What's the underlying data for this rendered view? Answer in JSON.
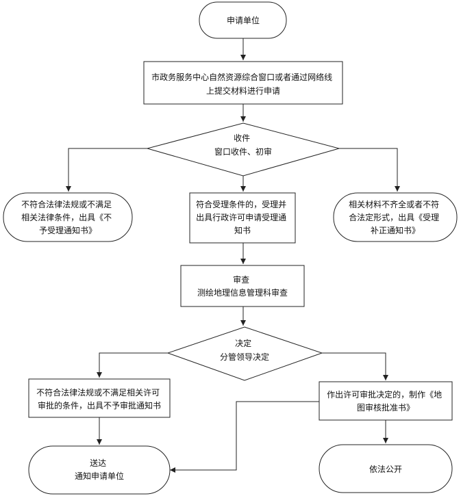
{
  "nodes": {
    "applicant": {
      "lines": [
        "申请单位"
      ]
    },
    "submit": {
      "lines": [
        "市政务服务中心自然资源综合窗口或者通过网络线",
        "上提交材料进行申请"
      ]
    },
    "receive": {
      "lines": [
        "收件",
        "窗口收件、初审"
      ]
    },
    "reject_law": {
      "lines": [
        "不符合法律法规或不满足",
        "相关法律条件，出具《不",
        "予受理通知书》"
      ]
    },
    "accept": {
      "lines": [
        "符合受理条件的，受理并",
        "出具行政许可申请受理通",
        "知书"
      ]
    },
    "supplement": {
      "lines": [
        "相关材料不齐全或者不符",
        "合法定形式，出具《受理",
        "补正通知书》"
      ]
    },
    "review": {
      "lines": [
        "审查",
        "测绘地理信息管理科审查"
      ]
    },
    "decision": {
      "lines": [
        "决定",
        "分管领导决定"
      ]
    },
    "deny": {
      "lines": [
        "不符合法律法规或不满足相关许可",
        "审批的条件，出具不予审批通知书"
      ]
    },
    "approve": {
      "lines": [
        "作出许可审批决定的，制作《地",
        "图审核批准书》"
      ]
    },
    "deliver": {
      "lines": [
        "送达",
        "通知申请单位"
      ]
    },
    "publish": {
      "lines": [
        "依法公开"
      ]
    }
  }
}
